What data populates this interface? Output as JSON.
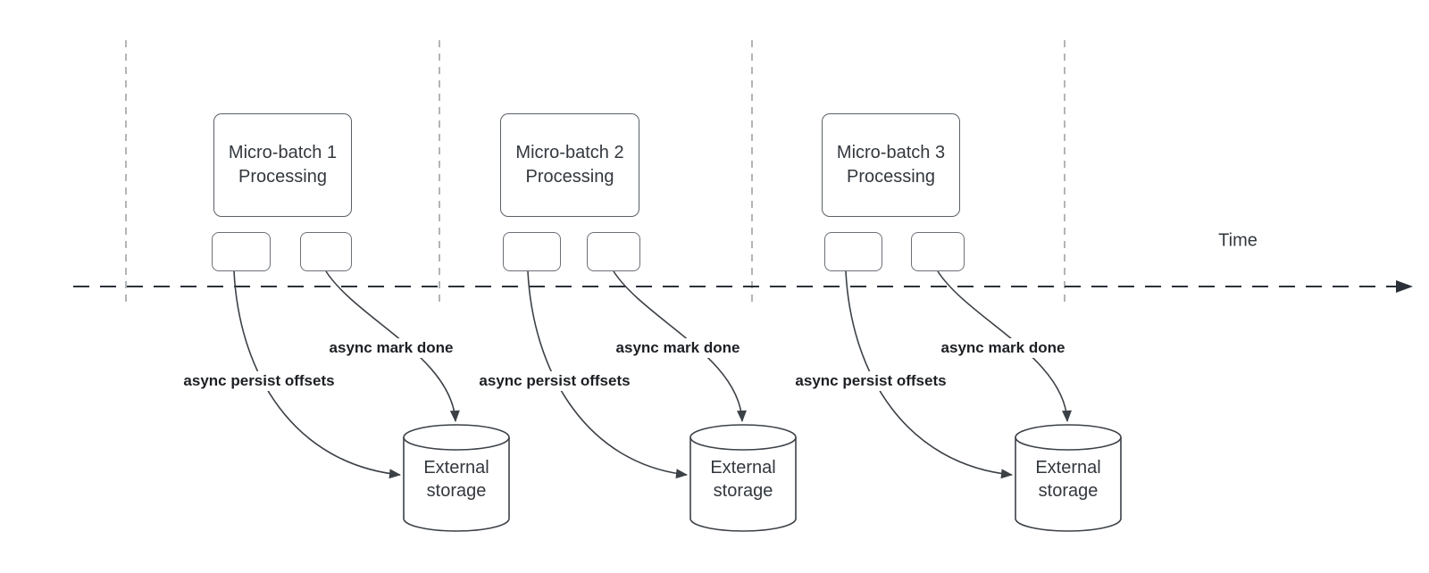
{
  "diagram": {
    "time_label": "Time",
    "batches": [
      {
        "title": "Micro-batch 1",
        "subtitle": "Processing",
        "offsets_arrow_label": "async persist offsets",
        "done_arrow_label": "async mark done",
        "storage_label": "External storage"
      },
      {
        "title": "Micro-batch 2",
        "subtitle": "Processing",
        "offsets_arrow_label": "async persist offsets",
        "done_arrow_label": "async mark done",
        "storage_label": "External storage"
      },
      {
        "title": "Micro-batch 3",
        "subtitle": "Processing",
        "offsets_arrow_label": "async persist offsets",
        "done_arrow_label": "async mark done",
        "storage_label": "External storage"
      }
    ],
    "colors": {
      "node_stroke": "#596066",
      "connector_stroke": "#3c4147",
      "timeline_stroke": "#2b3038",
      "guide_line": "#a0a3a7",
      "label_text": "#1c1f24",
      "node_text": "#33383e",
      "background": "#ffffff"
    }
  }
}
